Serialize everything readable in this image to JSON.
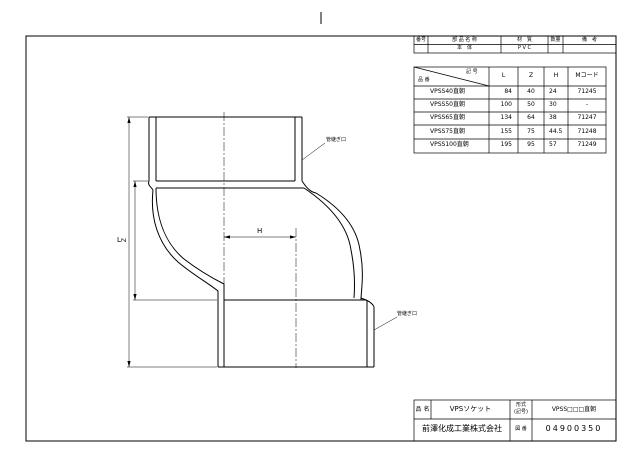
{
  "parts_header": {
    "no": "番号",
    "name": "部 品 名 称",
    "material": "材　質",
    "qty": "数量",
    "remarks": "備　考"
  },
  "parts_row": {
    "name": "本　体",
    "material": "P V C"
  },
  "dim_table": {
    "col_label_top": "記 号",
    "col_label_bottom": "品 番",
    "headers": [
      "L",
      "Z",
      "H",
      "Mコード"
    ],
    "rows": [
      {
        "model": "VPSS40直朝",
        "L": "84",
        "Z": "40",
        "H": "24",
        "code": "71245"
      },
      {
        "model": "VPSS50直朝",
        "L": "100",
        "Z": "50",
        "H": "30",
        "code": "-"
      },
      {
        "model": "VPSS65直朝",
        "L": "134",
        "Z": "64",
        "H": "38",
        "code": "71247"
      },
      {
        "model": "VPSS75直朝",
        "L": "155",
        "Z": "75",
        "H": "44.5",
        "code": "71248"
      },
      {
        "model": "VPSS100直朝",
        "L": "195",
        "Z": "95",
        "H": "57",
        "code": "71249"
      }
    ]
  },
  "drawing_labels": {
    "L": "L",
    "Z": "Z",
    "H": "H",
    "socket_top": "管継ぎ口",
    "socket_bottom": "管継ぎ口"
  },
  "title_block": {
    "name_label": "品 名",
    "name_value": "VPSソケット",
    "type_label_1": "形式",
    "type_label_2": "(記号)",
    "type_value": "VPSS□□□直朝",
    "company": "前澤化成工業株式会社",
    "drawing_no_label": "図 番",
    "drawing_no": "04900350"
  }
}
